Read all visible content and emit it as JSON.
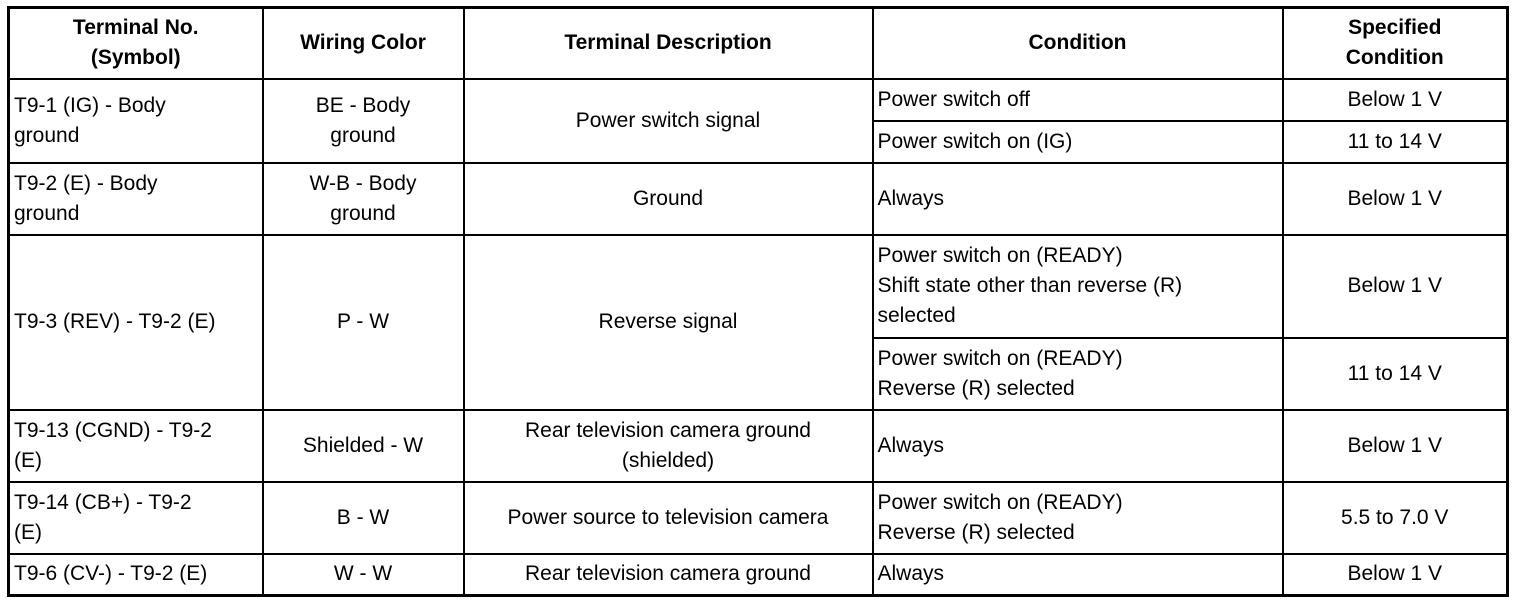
{
  "headers": {
    "terminal": "Terminal No.\n(Symbol)",
    "wiring": "Wiring Color",
    "description": "Terminal Description",
    "condition": "Condition",
    "specified": "Specified\nCondition"
  },
  "rows": {
    "r1": {
      "terminal": "T9-1 (IG) - Body\nground",
      "wiring": "BE - Body\nground",
      "description": "Power switch signal",
      "conditions": [
        "Power switch off",
        "Power switch on (IG)"
      ],
      "specified": [
        "Below 1 V",
        "11 to 14 V"
      ]
    },
    "r2": {
      "terminal": "T9-2 (E) - Body\nground",
      "wiring": "W-B - Body\nground",
      "description": "Ground",
      "conditions": [
        "Always"
      ],
      "specified": [
        "Below 1 V"
      ]
    },
    "r3": {
      "terminal": "T9-3 (REV) - T9-2 (E)",
      "wiring": "P - W",
      "description": "Reverse signal",
      "conditions": [
        "Power switch on (READY)\nShift state other than reverse (R)\nselected",
        "Power switch on (READY)\nReverse (R) selected"
      ],
      "specified": [
        "Below 1 V",
        "11 to 14 V"
      ]
    },
    "r4": {
      "terminal": "T9-13 (CGND) - T9-2\n(E)",
      "wiring": "Shielded - W",
      "description": "Rear television camera ground\n(shielded)",
      "conditions": [
        "Always"
      ],
      "specified": [
        "Below 1 V"
      ]
    },
    "r5": {
      "terminal": "T9-14 (CB+) - T9-2\n(E)",
      "wiring": "B - W",
      "description": "Power source to television camera",
      "conditions": [
        "Power switch on (READY)\nReverse (R) selected"
      ],
      "specified": [
        "5.5 to 7.0 V"
      ]
    },
    "r6": {
      "terminal": "T9-6 (CV-) - T9-2 (E)",
      "wiring": "W - W",
      "description": "Rear television camera ground",
      "conditions": [
        "Always"
      ],
      "specified": [
        "Below 1 V"
      ]
    }
  }
}
